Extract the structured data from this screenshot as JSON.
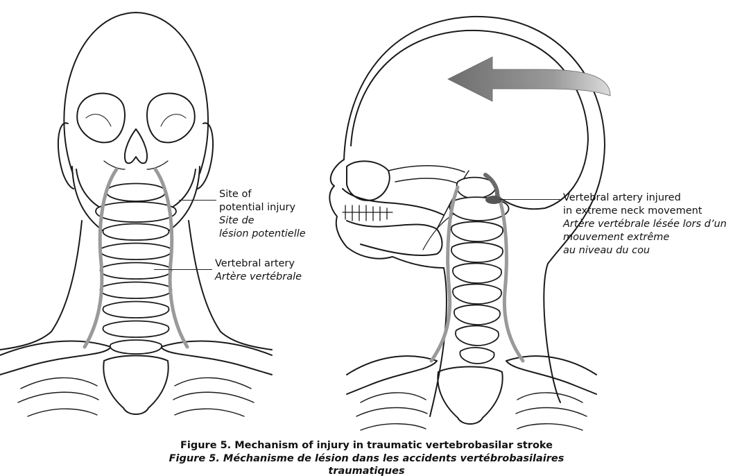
{
  "labels": {
    "front_site_en_1": "Site of",
    "front_site_en_2": "potential injury",
    "front_site_fr_1": "Site de",
    "front_site_fr_2": "lésion potentielle",
    "front_artery_en": "Vertebral artery",
    "front_artery_fr": "Artère vertébrale",
    "side_en_1": "Vertebral artery injured",
    "side_en_2": "in extreme neck movement",
    "side_fr_1": "Artère vertébrale lésée lors d’un",
    "side_fr_2": "mouvement extrême",
    "side_fr_3": "au niveau du cou"
  },
  "caption": {
    "en": "Figure 5. Mechanism of injury in traumatic vertebrobasilar stroke",
    "fr_1": "Figure 5. Méchanisme de lésion dans les accidents vertébrobasilaires",
    "fr_2": "traumatiques"
  },
  "colors": {
    "line": "#1a1a1a",
    "artery": "#9a9a9a",
    "arrow": "#7d7d7d"
  }
}
